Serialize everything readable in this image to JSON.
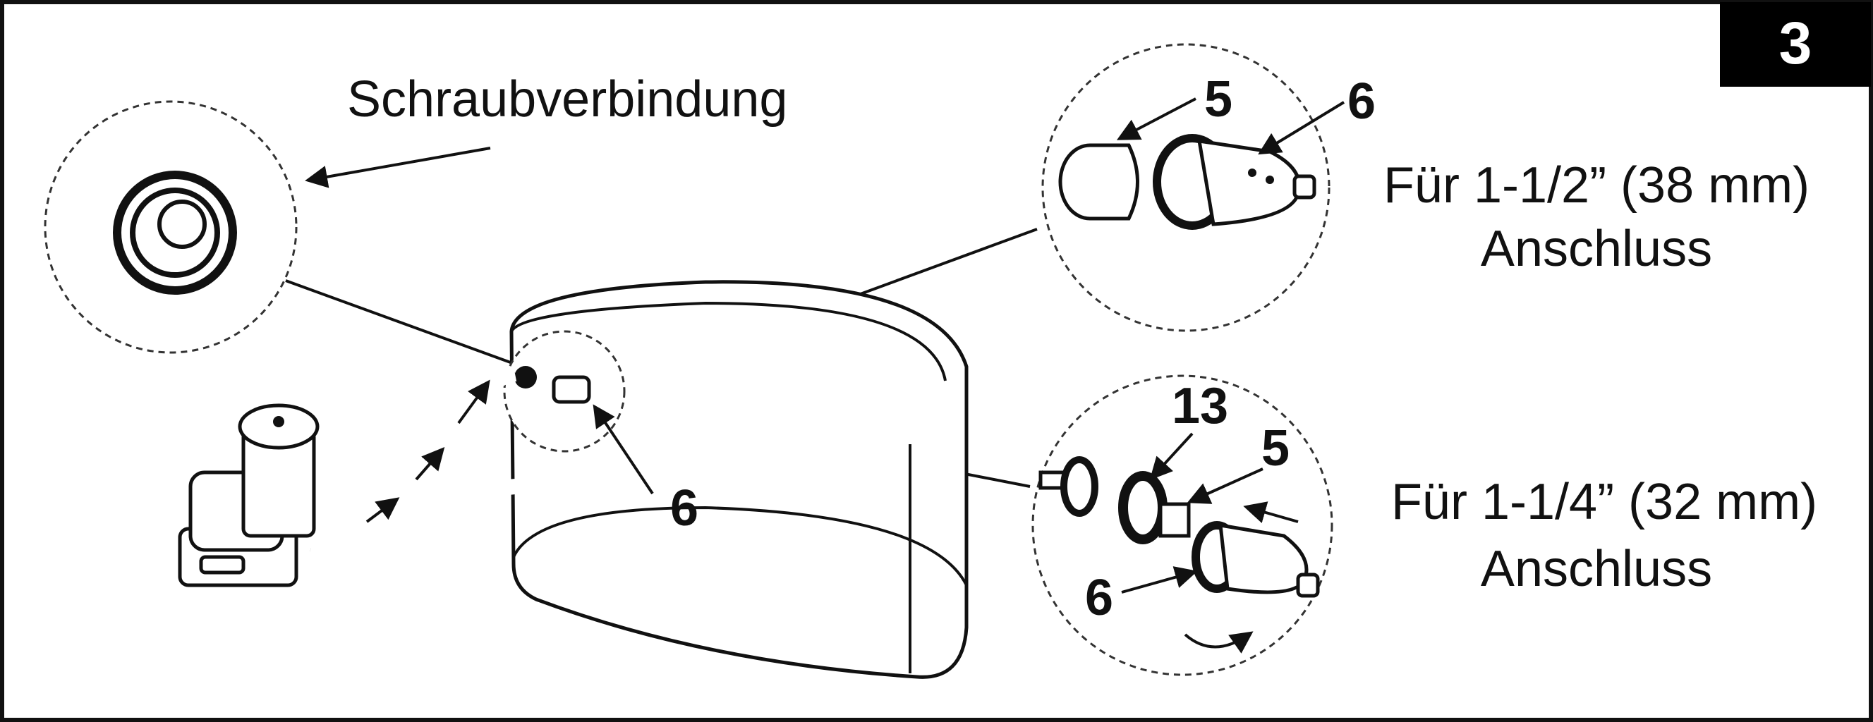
{
  "step_number": "3",
  "callouts": {
    "screw_connection": "Schraubverbindung",
    "option_38mm": {
      "line1": "Für 1-1/2” (38 mm)",
      "line2": "Anschluss"
    },
    "option_32mm": {
      "line1": "Für 1-1/4” (32 mm)",
      "line2": "Anschluss"
    }
  },
  "part_numbers": {
    "top_5": "5",
    "top_6": "6",
    "bottom_13": "13",
    "bottom_5": "5",
    "bottom_6": "6",
    "pool_6": "6"
  },
  "colors": {
    "ink": "#111111",
    "badge": "#000000",
    "badge_text": "#ffffff"
  }
}
